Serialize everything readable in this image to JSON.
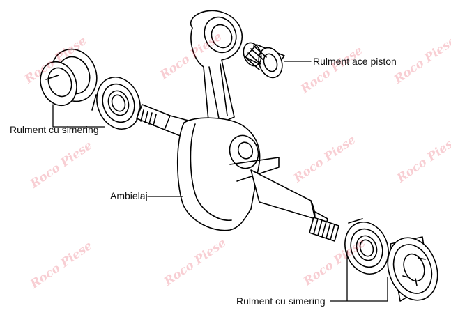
{
  "labels": {
    "needle_bearing": "Rulment ace piston",
    "seal_bearing_left": "Rulment cu simering",
    "crankshaft": "Ambielaj",
    "seal_bearing_right": "Rulment cu simering"
  },
  "watermark": "Roco Piese",
  "colors": {
    "line": "#000000",
    "watermark": "#e0253a",
    "background": "#ffffff"
  }
}
